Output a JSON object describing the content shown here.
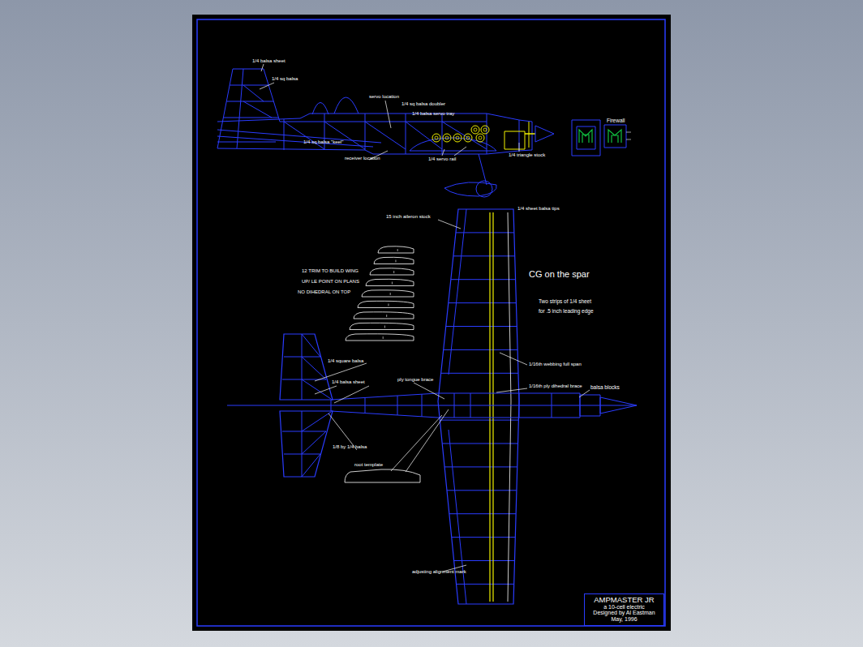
{
  "diagram": {
    "nodes": [
      {
        "text": [
          "AMPMASTER JR",
          "a 10-cell electric",
          "Designed by Al Eastman",
          "May, 1996"
        ]
      }
    ],
    "labels": [
      "1/4 balsa sheet",
      "1/4 sq balsa",
      "servo location",
      "1/4 sq balsa doubler",
      "1/4 balsa servo tray",
      "1/4 sq balsa \"keel\"",
      "receiver location",
      "1/4 servo rail",
      "1/4 triangle stock",
      "Firewall",
      "15 inch aileron stock",
      "1/4 sheet balsa tips",
      "CG on the spar",
      "Two strips of 1/4 sheet",
      "for .5 inch leading edge",
      "12 TRIM TO BUILD WING",
      "UP/ LE POINT ON PLANS",
      "NO DIHEDRAL ON TOP",
      "1/4 square balsa",
      "1/4 balsa sheet",
      "ply tongue brace",
      "1/16th webbing full span",
      "1/16th ply dihedral brace",
      "balsa blocks",
      "1/8 by 1/4 balsa",
      "root template",
      "adjusting alignment mark"
    ]
  }
}
